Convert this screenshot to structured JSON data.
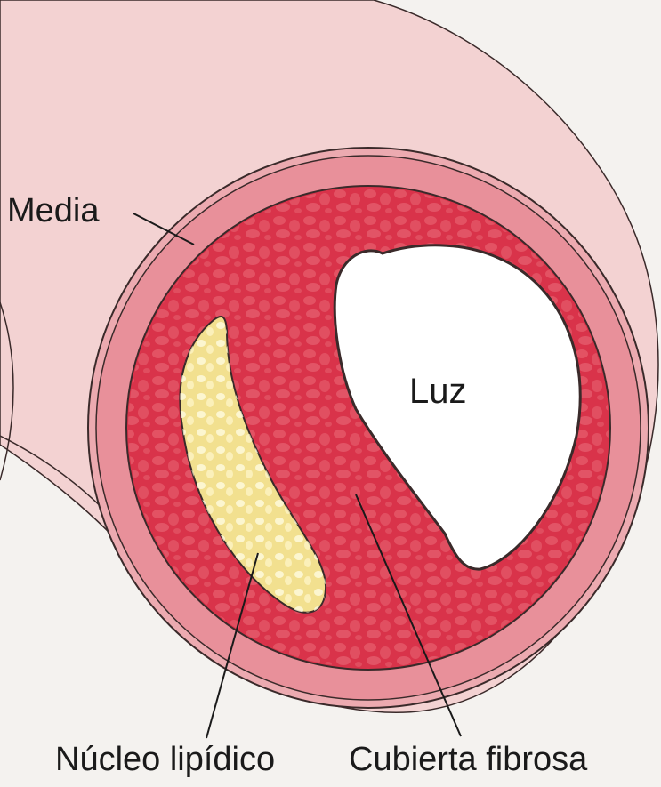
{
  "labels": {
    "media": "Media",
    "lumen": "Luz",
    "lipid_core": "Núcleo lipídico",
    "fibrous_cap": "Cubierta fibrosa"
  },
  "colors": {
    "background": "#f4f2ef",
    "adventitia": "#f3d2d2",
    "media": "#e8909a",
    "plaque": "#d9334a",
    "plaque_texture": "#ea6c78",
    "lipid_core": "#f2e08f",
    "lumen": "#ffffff",
    "outline": "#3a2a2a"
  }
}
